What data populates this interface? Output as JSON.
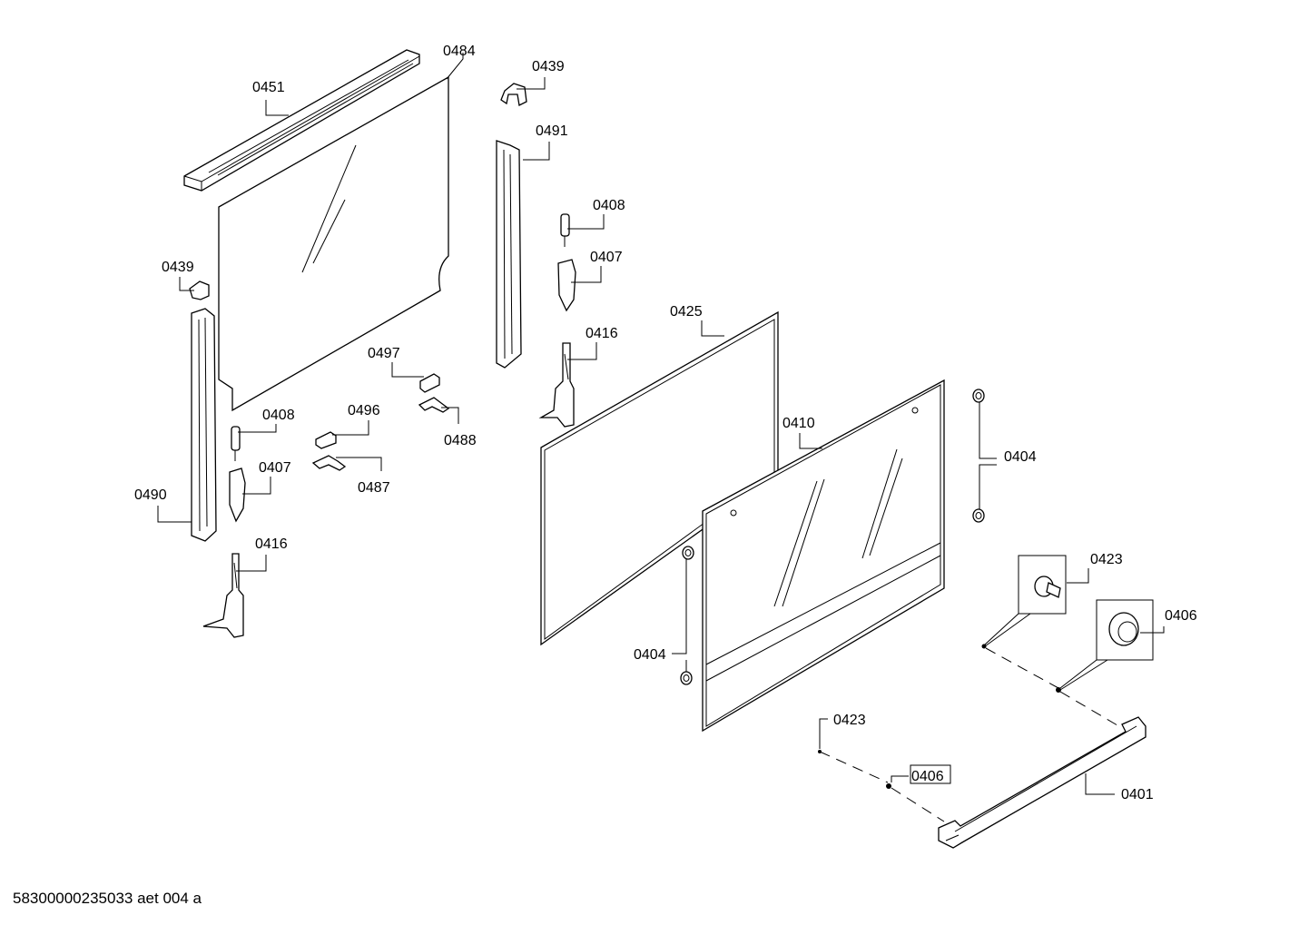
{
  "labels": {
    "l0451": "0451",
    "l0484": "0484",
    "l0439a": "0439",
    "l0491": "0491",
    "l0408a": "0408",
    "l0407a": "0407",
    "l0439b": "0439",
    "l0425": "0425",
    "l0416a": "0416",
    "l0497": "0497",
    "l0488": "0488",
    "l0496": "0496",
    "l0408b": "0408",
    "l0407b": "0407",
    "l0487": "0487",
    "l0410": "0410",
    "l0404a": "0404",
    "l0490": "0490",
    "l0416b": "0416",
    "l0423a": "0423",
    "l0406a": "0406",
    "l0404b": "0404",
    "l0423b": "0423",
    "l0406b": "0406",
    "l0401": "0401"
  },
  "footer": "58300000235033 aet 004 a"
}
